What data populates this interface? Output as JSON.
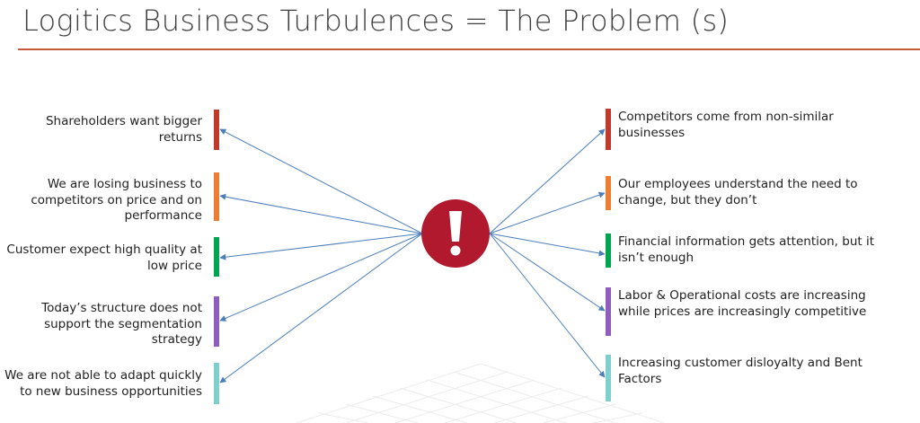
{
  "slide": {
    "title": "Logitics Business Turbulences = The Problem (s)"
  },
  "center": {
    "icon": "exclamation-icon",
    "color": "#b1192f"
  },
  "left_items": [
    {
      "text": "Shareholders want bigger returns",
      "color": "#c0392b"
    },
    {
      "text": "We are losing business to competitors on price and on performance",
      "color": "#ed7d31"
    },
    {
      "text": "Customer expect high quality at low price",
      "color": "#00a550"
    },
    {
      "text": "Today’s structure does not support the segmentation strategy",
      "color": "#8e5dbd"
    },
    {
      "text": "We are not able to adapt quickly to new business opportunities",
      "color": "#7ecfcd"
    }
  ],
  "right_items": [
    {
      "text": "Competitors come from non-similar businesses",
      "color": "#c0392b"
    },
    {
      "text": "Our employees understand the need to change, but they don’t",
      "color": "#ed7d31"
    },
    {
      "text": "Financial information gets attention, but it isn’t enough",
      "color": "#00a550"
    },
    {
      "text": "Labor & Operational costs are increasing while prices are increasingly competitive",
      "color": "#8e5dbd"
    },
    {
      "text": "Increasing customer disloyalty and Bent Factors",
      "color": "#7ecfcd"
    }
  ],
  "arrow_color": "#4a7ebb"
}
